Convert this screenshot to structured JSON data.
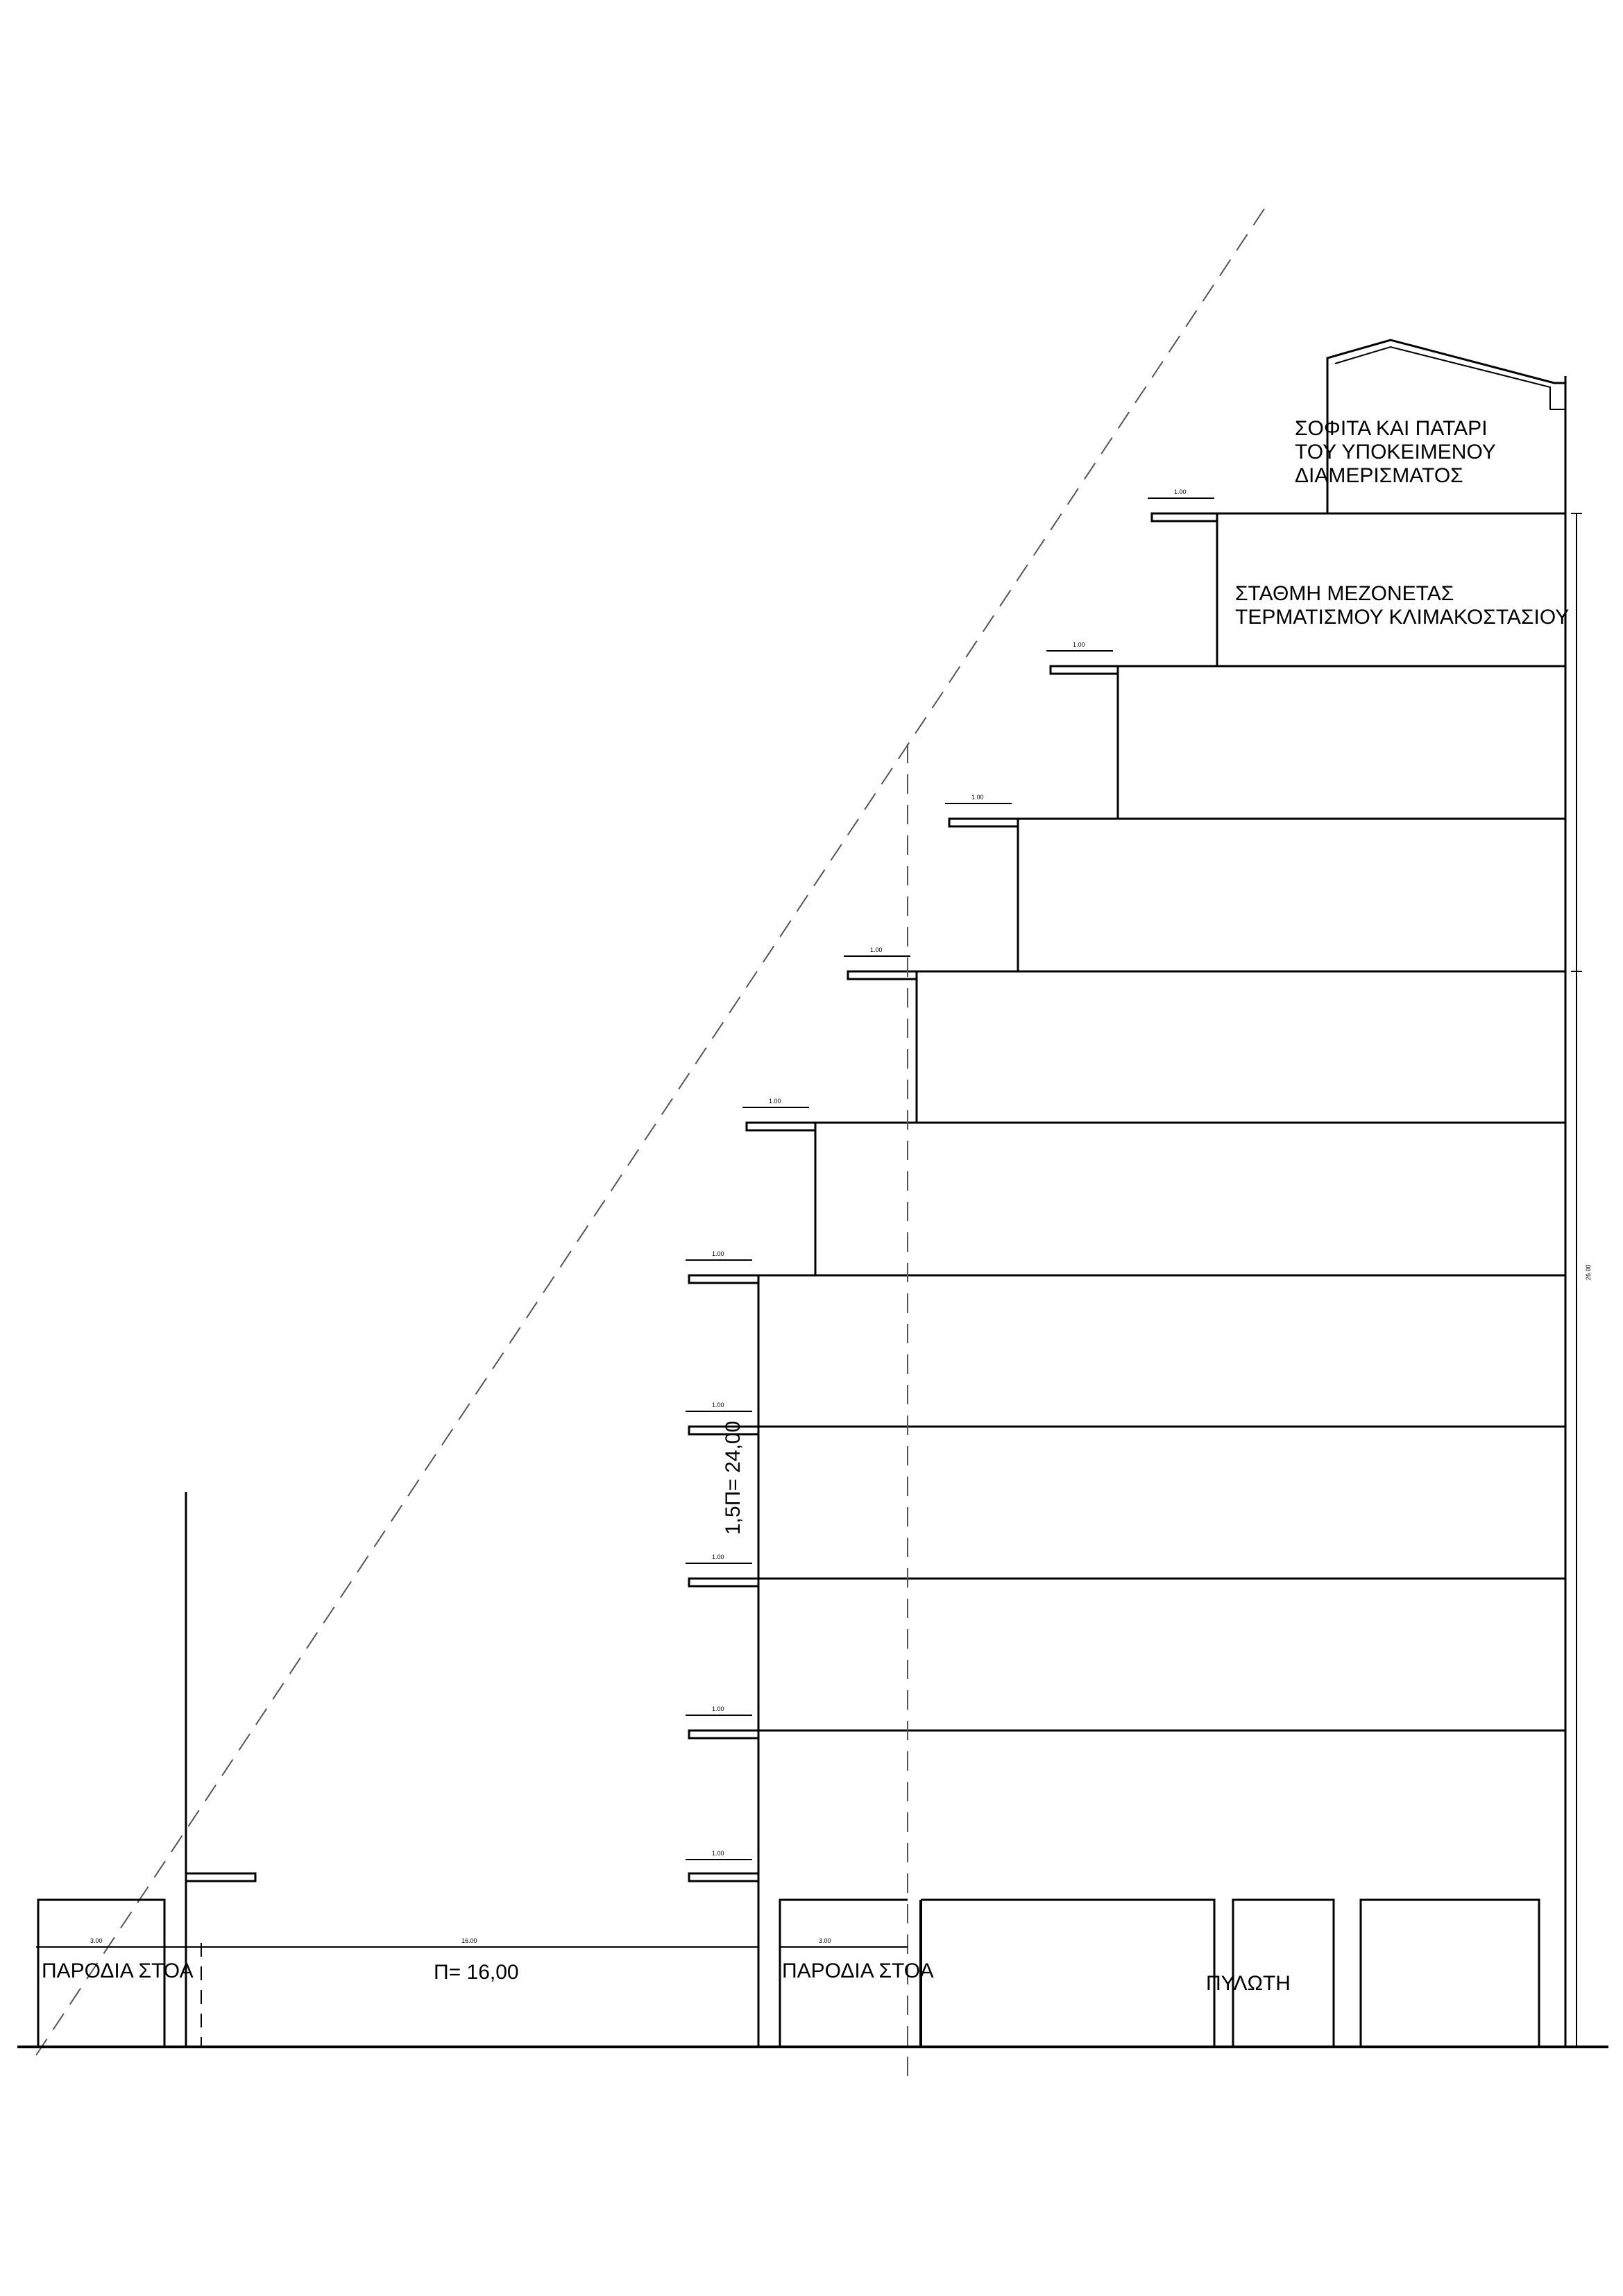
{
  "labels": {
    "attic": [
      "ΣΟΦΙΤΑ ΚΑΙ ΠΑΤΑΡΙ",
      "ΤΟΥ ΥΠΟΚΕΙΜΕΝΟΥ",
      "ΔΙΑΜΕΡΙΣΜΑΤΟΣ"
    ],
    "maisonette": [
      "ΣΤΑΘΜΗ ΜΕΖΟΝΕΤΑΣ",
      "ΤΕΡΜΑΤΙΣΜΟΥ ΚΛΙΜΑΚΟΣΤΑΣΙΟΥ"
    ],
    "arcade_left": "ΠΑΡΟΔΙΑ ΣΤΟΑ",
    "arcade_right": "ΠΑΡΟΔΙΑ ΣΤΟΑ",
    "street_width": "Π= 16,00",
    "pilotis": "ΠΥΛΩΤΗ",
    "height_limit": "1,5Π= 24,00"
  },
  "dimensions": {
    "balcony_depth": "1.00",
    "arcade_width": "3.00",
    "street_dim": "16.00",
    "total_height": "26.00"
  }
}
